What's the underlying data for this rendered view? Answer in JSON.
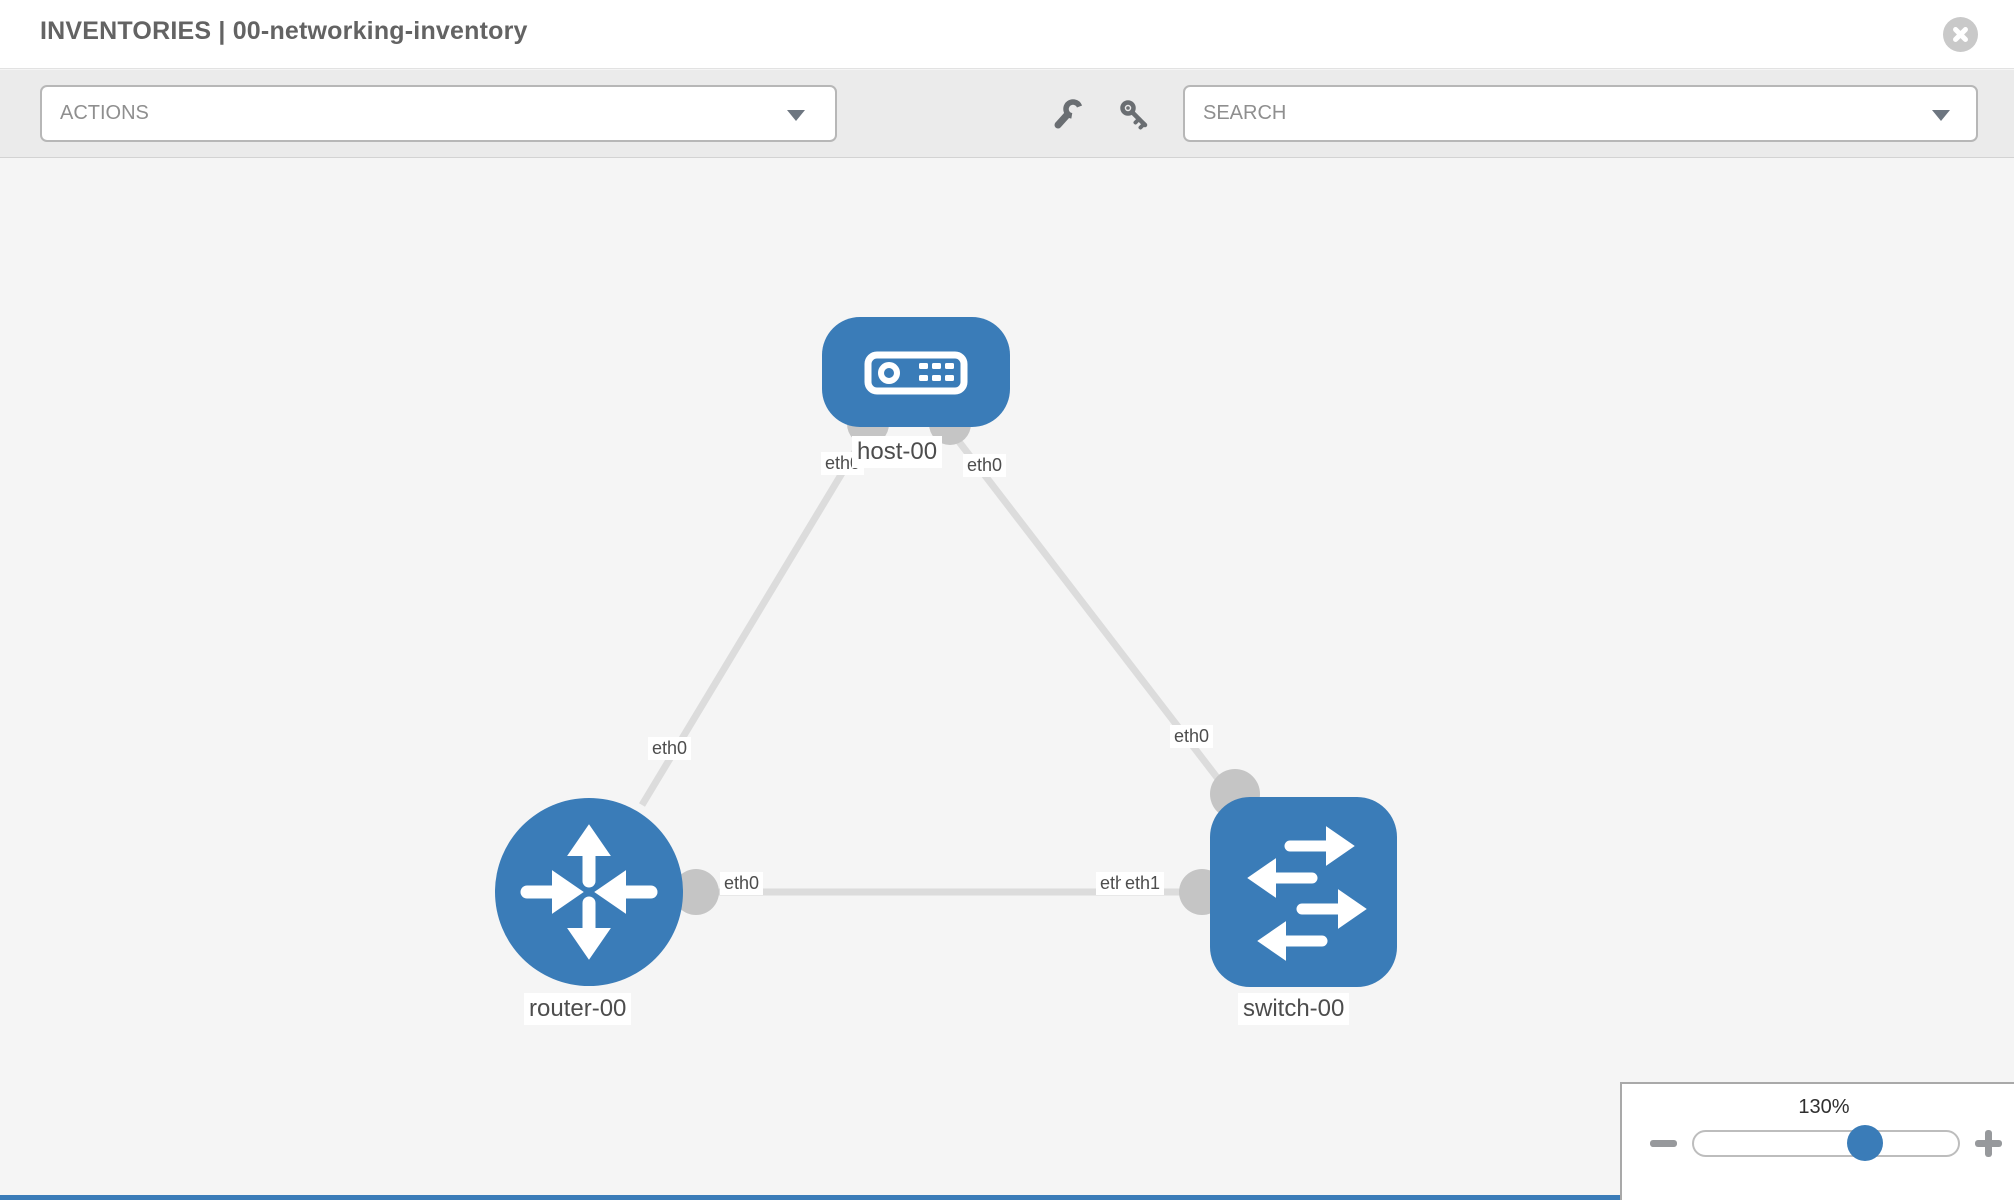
{
  "header": {
    "title": "INVENTORIES | 00-networking-inventory"
  },
  "toolbar": {
    "actions_label": "ACTIONS",
    "search_placeholder": "SEARCH",
    "icons": [
      "wrench-icon",
      "key-icon"
    ]
  },
  "topology": {
    "nodes": [
      {
        "id": "host-00",
        "type": "host",
        "label": "host-00"
      },
      {
        "id": "router-00",
        "type": "router",
        "label": "router-00"
      },
      {
        "id": "switch-00",
        "type": "switch",
        "label": "switch-00"
      }
    ],
    "links": [
      {
        "from": "host-00",
        "to": "router-00"
      },
      {
        "from": "host-00",
        "to": "switch-00"
      },
      {
        "from": "router-00",
        "to": "switch-00"
      }
    ],
    "interfaces": {
      "host_left": "eth0",
      "host_right": "eth0",
      "router_top": "eth0",
      "router_right": "eth0",
      "switch_top": "eth0",
      "switch_left_hidden": "eth0",
      "switch_left": "eth1"
    }
  },
  "zoom_control": {
    "level": "130%"
  },
  "colors": {
    "node_blue": "#3a7cb8",
    "link_gray": "#dcdcdc",
    "interface_dot": "#c5c5c5",
    "canvas_bg": "#f5f5f5",
    "toolbar_bg": "#ebebeb",
    "bottom_strip": "#3a7cb8"
  }
}
